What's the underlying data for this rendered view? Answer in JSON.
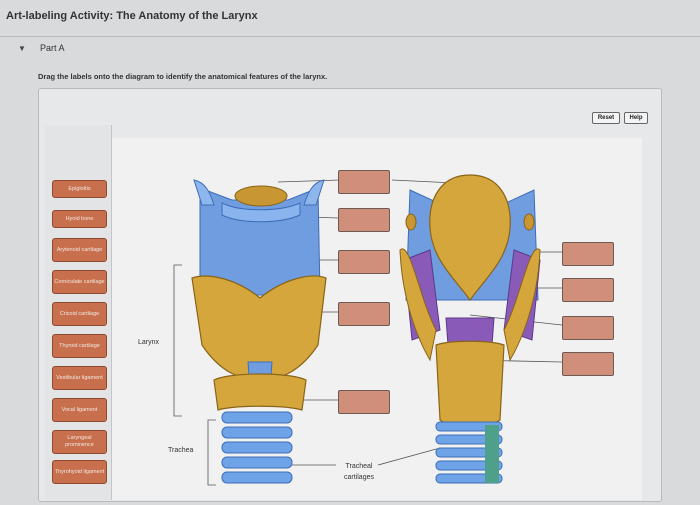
{
  "activity_title": "Art-labeling Activity: The Anatomy of the Larynx",
  "part": {
    "label": "Part A"
  },
  "instructions": "Drag the labels onto the diagram to identify the anatomical features of the larynx.",
  "buttons": {
    "reset": "Reset",
    "help": "Help"
  },
  "labels": [
    "Epiglottis",
    "Hyoid bone",
    "Arytenoid cartilage",
    "Corniculate cartilage",
    "Cricoid cartilage",
    "Thyroid cartilage",
    "Vestibular ligament",
    "Vocal ligament",
    "Laryngeal prominence",
    "Thyrohyoid ligament"
  ],
  "diagram_text": {
    "larynx": "Larynx",
    "trachea": "Trachea",
    "tracheal_cartilages": "Tracheal cartilages"
  },
  "colors": {
    "label_fill": "#c8704e",
    "drop_target_fill": "#cf8f7a",
    "cartilage": "#d4a63c",
    "ligament": "#5f8fd8",
    "purple_membrane": "#8a5ab8"
  }
}
